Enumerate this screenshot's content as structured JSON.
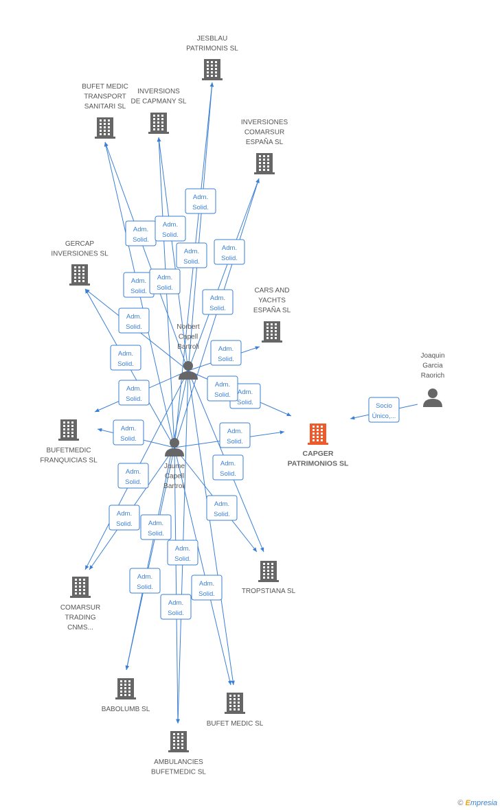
{
  "colors": {
    "edge": "#3a7fd5",
    "node_icon": "#666666",
    "focus_icon": "#ef5a2a"
  },
  "nodes": [
    {
      "id": "jesblau",
      "type": "company",
      "lines": [
        "JESBLAU",
        "PATRIMONIS SL"
      ],
      "icon": "building-icon"
    },
    {
      "id": "bufet_transport",
      "type": "company",
      "lines": [
        "BUFET MEDIC",
        "TRANSPORT",
        "SANITARI SL"
      ],
      "icon": "building-icon"
    },
    {
      "id": "inversions_capmany",
      "type": "company",
      "lines": [
        "INVERSIONS",
        "DE CAPMANY SL"
      ],
      "icon": "building-icon"
    },
    {
      "id": "inversiones_comarsur",
      "type": "company",
      "lines": [
        "INVERSIONES",
        "COMARSUR",
        "ESPAÑA SL"
      ],
      "icon": "building-icon"
    },
    {
      "id": "gercap",
      "type": "company",
      "lines": [
        "GERCAP",
        "INVERSIONES SL"
      ],
      "icon": "building-icon"
    },
    {
      "id": "cars_yachts",
      "type": "company",
      "lines": [
        "CARS AND",
        "YACHTS",
        "ESPAÑA SL"
      ],
      "icon": "building-icon"
    },
    {
      "id": "norbert",
      "type": "person",
      "lines": [
        "Norbert",
        "Capell",
        "Bartroli"
      ],
      "icon": "person-icon"
    },
    {
      "id": "joaquin",
      "type": "person",
      "lines": [
        "Joaquin",
        "Garcia",
        "Raorich"
      ],
      "icon": "person-icon"
    },
    {
      "id": "capger",
      "type": "focus",
      "lines": [
        "CAPGER",
        "PATRIMONIOS SL"
      ],
      "icon": "building-icon"
    },
    {
      "id": "bufetmedic_franq",
      "type": "company",
      "lines": [
        "BUFETMEDIC",
        "FRANQUICIAS SL"
      ],
      "icon": "building-icon"
    },
    {
      "id": "jaume",
      "type": "person",
      "lines": [
        "Jaume",
        "Capell",
        "Bartroli"
      ],
      "icon": "person-icon"
    },
    {
      "id": "tropstiana",
      "type": "company",
      "lines": [
        "TROPSTIANA SL"
      ],
      "icon": "building-icon"
    },
    {
      "id": "comarsur_trading",
      "type": "company",
      "lines": [
        "COMARSUR",
        "TRADING",
        "CNMS..."
      ],
      "icon": "building-icon"
    },
    {
      "id": "babolumb",
      "type": "company",
      "lines": [
        "BABOLUMB SL"
      ],
      "icon": "building-icon"
    },
    {
      "id": "bufet_medic",
      "type": "company",
      "lines": [
        "BUFET MEDIC SL"
      ],
      "icon": "building-icon"
    },
    {
      "id": "ambulancies",
      "type": "company",
      "lines": [
        "AMBULANCIES",
        "BUFETMEDIC  SL"
      ],
      "icon": "building-icon"
    }
  ],
  "relations": [
    {
      "from": "norbert",
      "to": "jesblau",
      "label": [
        "Adm.",
        "Solid."
      ]
    },
    {
      "from": "jaume",
      "to": "jesblau",
      "label": [
        "Adm.",
        "Solid."
      ]
    },
    {
      "from": "norbert",
      "to": "bufet_transport",
      "label": [
        "Adm.",
        "Solid."
      ]
    },
    {
      "from": "jaume",
      "to": "bufet_transport",
      "label": [
        "Adm.",
        "Solid."
      ]
    },
    {
      "from": "norbert",
      "to": "inversions_capmany",
      "label": [
        "Adm.",
        "Solid."
      ]
    },
    {
      "from": "jaume",
      "to": "inversions_capmany",
      "label": [
        "Adm.",
        "Solid."
      ]
    },
    {
      "from": "norbert",
      "to": "inversiones_comarsur",
      "label": [
        "Adm.",
        "Solid."
      ]
    },
    {
      "from": "jaume",
      "to": "inversiones_comarsur",
      "label": [
        "Adm.",
        "Solid."
      ]
    },
    {
      "from": "norbert",
      "to": "gercap",
      "label": [
        "Adm.",
        "Solid."
      ]
    },
    {
      "from": "jaume",
      "to": "gercap",
      "label": [
        "Adm.",
        "Solid."
      ]
    },
    {
      "from": "norbert",
      "to": "cars_yachts",
      "label": [
        "Adm.",
        "Solid."
      ]
    },
    {
      "from": "norbert",
      "to": "capger",
      "label": [
        "Adm.",
        "Solid."
      ]
    },
    {
      "from": "jaume",
      "to": "capger",
      "label": [
        "Adm.",
        "Solid."
      ]
    },
    {
      "from": "joaquin",
      "to": "capger",
      "label": [
        "Socio",
        "Único,..."
      ]
    },
    {
      "from": "norbert",
      "to": "bufetmedic_franq",
      "label": [
        "Adm.",
        "Solid."
      ]
    },
    {
      "from": "jaume",
      "to": "bufetmedic_franq",
      "label": [
        "Adm.",
        "Solid."
      ]
    },
    {
      "from": "norbert",
      "to": "tropstiana",
      "label": [
        "Adm.",
        "Solid."
      ]
    },
    {
      "from": "jaume",
      "to": "tropstiana",
      "label": [
        "Adm.",
        "Solid."
      ]
    },
    {
      "from": "norbert",
      "to": "comarsur_trading",
      "label": [
        "Adm.",
        "Solid."
      ]
    },
    {
      "from": "jaume",
      "to": "comarsur_trading",
      "label": [
        "Adm.",
        "Solid."
      ]
    },
    {
      "from": "norbert",
      "to": "babolumb",
      "label": [
        "Adm.",
        "Solid."
      ]
    },
    {
      "from": "jaume",
      "to": "babolumb",
      "label": [
        "Adm.",
        "Solid."
      ]
    },
    {
      "from": "norbert",
      "to": "bufet_medic",
      "label": [
        "Adm.",
        "Solid."
      ]
    },
    {
      "from": "jaume",
      "to": "bufet_medic",
      "label": [
        "Adm.",
        "Solid."
      ]
    },
    {
      "from": "norbert",
      "to": "ambulancies",
      "label": [
        "Adm.",
        "Solid."
      ]
    },
    {
      "from": "jaume",
      "to": "ambulancies",
      "label": [
        "Adm.",
        "Solid."
      ]
    }
  ],
  "footer": {
    "copyright": "©",
    "brand_initial": "E",
    "brand_rest": "mpresia"
  }
}
